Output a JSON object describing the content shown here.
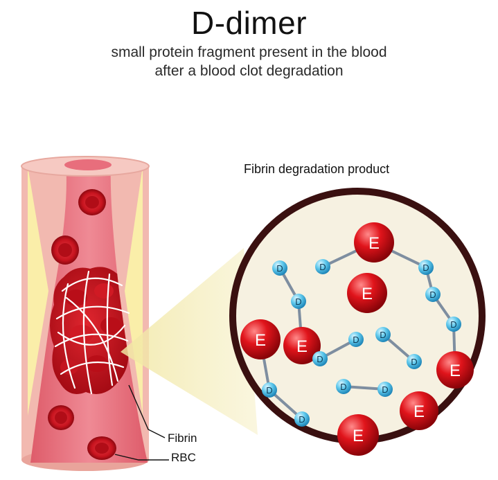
{
  "header": {
    "title": "D-dimer",
    "subtitle_line1": "small protein fragment present in the blood",
    "subtitle_line2": "after a blood clot degradation"
  },
  "magnified_view": {
    "heading": "Fibrin degradation product",
    "e_letter": "E",
    "d_letter": "D"
  },
  "labels": {
    "fibrin": "Fibrin",
    "rbc": "RBC"
  },
  "colors": {
    "vessel_wall": "#f2b9b0",
    "vessel_fat": "#fbf4a8",
    "lumen": "#e86e7c",
    "clot": "#cc0f1c",
    "rbc": "#c8141f",
    "circle_bg": "#f6f1e1",
    "circle_rim": "#3a1010",
    "e_domain": "#e0141b",
    "d_domain": "#5ec8ec"
  }
}
